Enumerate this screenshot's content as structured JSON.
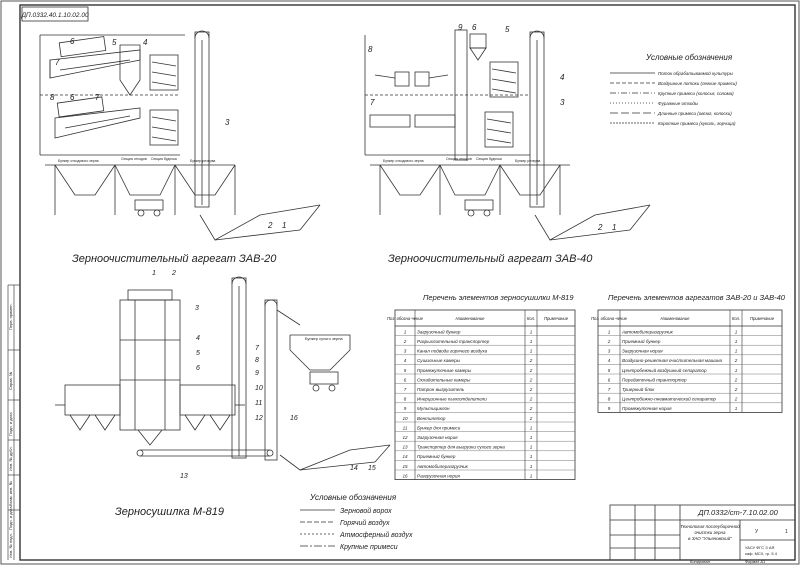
{
  "sheet": {
    "stamp_corner": "ДП.0332.40.1.10.02.00",
    "title_block_code": "ДП.0332/ст-7.10.02.00",
    "title_block_name": [
      "Технология послеуборочной",
      "очистки зерна",
      "в ЗАО \"Ульяновский\""
    ],
    "title_block_sheets": "1",
    "title_block_lit": "У",
    "title_block_org": [
      "УАСУ ФГС З АЯ",
      "каф. МСХ, гр. 5 4"
    ],
    "title_block_format": "Формат  А1",
    "title_block_copy": "Копировал"
  },
  "diagrams": {
    "zav20_title": "Зерноочистительный агрегат ЗАВ-20",
    "zav40_title": "Зерноочистительный агрегат ЗАВ-40",
    "m819_title": "Зерносушилка М-819"
  },
  "legend_top": {
    "title": "Условные обозначения",
    "items": [
      "Поток обрабатываемой культуры",
      "Воздушные потоки (легкие примеси)",
      "Крупные примеси (колосья, солома)",
      "Фуражные отходы",
      "Длинные примеси (овсюг, колоски)",
      "Короткие примеси (куколь, горчица)"
    ]
  },
  "legend_bottom": {
    "title": "Условные обозначения",
    "items": [
      "Зерновой ворох",
      "Горячий воздух",
      "Атмосферный воздух",
      "Крупные примеси"
    ]
  },
  "bunker_labels": {
    "zav20": [
      "Бункер отходового зерна",
      "Секция отходов",
      "Секция будочка",
      "Бункер резерва"
    ],
    "zav40": [
      "Бункер отходового зерна",
      "Секция отходов",
      "Секция будочка",
      "Бункер резерва"
    ],
    "m819": "Бункер сухого зерна"
  },
  "table_m819": {
    "title": "Перечень элементов зерносушилки М-819",
    "headers": [
      "Поз. обозна-чение",
      "Наименование",
      "Кол.",
      "Примечание"
    ],
    "rows": [
      [
        "1",
        "Загрузочный бункер",
        "1",
        ""
      ],
      [
        "2",
        "Разрыхлительный транспортер",
        "1",
        ""
      ],
      [
        "3",
        "Канал подвода горячего воздуха",
        "1",
        ""
      ],
      [
        "4",
        "Сушильные камеры",
        "2",
        ""
      ],
      [
        "5",
        "Промежуточные камеры",
        "2",
        ""
      ],
      [
        "6",
        "Охладительные камеры",
        "2",
        ""
      ],
      [
        "7",
        "Патрон выгрузитель",
        "2",
        ""
      ],
      [
        "8",
        "Инерционные пылеотделители",
        "2",
        ""
      ],
      [
        "9",
        "Мультициклон",
        "2",
        ""
      ],
      [
        "10",
        "Вентилятор",
        "2",
        ""
      ],
      [
        "11",
        "Бункер для примеси",
        "1",
        ""
      ],
      [
        "12",
        "Загрузочная нория",
        "1",
        ""
      ],
      [
        "13",
        "Транспортер для выгрузки сухого зерна",
        "1",
        ""
      ],
      [
        "14",
        "Приемный бункер",
        "1",
        ""
      ],
      [
        "15",
        "Автомобилеразгрузчик",
        "1",
        ""
      ],
      [
        "16",
        "Разгрузочная нория",
        "1",
        ""
      ]
    ]
  },
  "table_zav": {
    "title": "Перечень элементов агрегатов ЗАВ-20 и ЗАВ-40",
    "headers": [
      "Поз. обозна-чение",
      "Наименование",
      "Кол.",
      "Примечание"
    ],
    "rows": [
      [
        "1",
        "Автомобилеразгрузчик",
        "1",
        ""
      ],
      [
        "2",
        "Приемный бункер",
        "1",
        ""
      ],
      [
        "3",
        "Загрузочная нория",
        "1",
        ""
      ],
      [
        "4",
        "Воздушно-решетная очистительная машина",
        "2",
        ""
      ],
      [
        "5",
        "Центробежный воздушный сепаратор",
        "1",
        ""
      ],
      [
        "6",
        "Передаточный транспортер",
        "2",
        ""
      ],
      [
        "7",
        "Триерный блок",
        "2",
        ""
      ],
      [
        "8",
        "Центробежно-пневматический сепаратор",
        "2",
        ""
      ],
      [
        "9",
        "Промежуточная нория",
        "1",
        ""
      ]
    ]
  },
  "stamp_side": [
    "Перв. примен.",
    "Справ. №",
    "Подп. и дата",
    "Инв. № дубл.",
    "Взам. инв. №",
    "Подп. и дата",
    "Инв. № подл."
  ]
}
